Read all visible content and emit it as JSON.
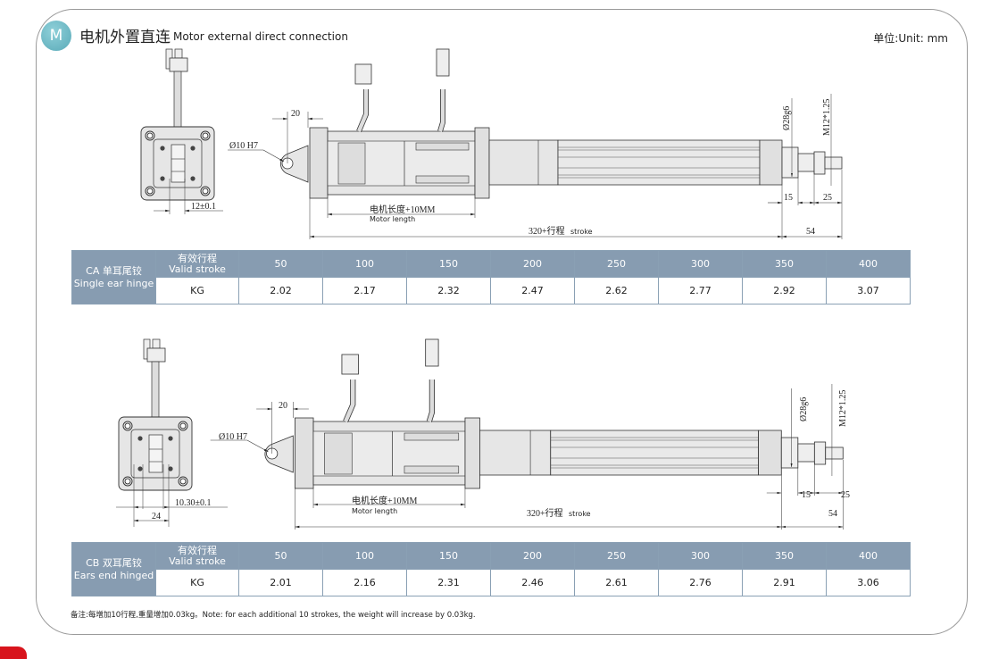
{
  "header": {
    "badge": "M",
    "title_cn": "电机外置直连",
    "title_en": "Motor external direct connection",
    "unit": "单位:Unit: mm"
  },
  "drawing1": {
    "dim_20": "20",
    "bore": "Ø10 H7",
    "slot": "12±0.1",
    "motor_len_cn": "电机长度+10MM",
    "motor_len_en": "Motor length",
    "total_cn": "320+行程",
    "total_en": "stroke",
    "rod_dia": "Ø28g6",
    "thread": "M12*1.25",
    "dim_15": "15",
    "dim_25": "25",
    "dim_54": "54"
  },
  "drawing2": {
    "dim_20": "20",
    "bore": "Ø10 H7",
    "slot": "10.30±0.1",
    "width": "24",
    "motor_len_cn": "电机长度+10MM",
    "motor_len_en": "Motor length",
    "total_cn": "320+行程",
    "total_en": "stroke",
    "rod_dia": "Ø28g6",
    "thread": "M12*1.25",
    "dim_15": "15",
    "dim_25": "25",
    "dim_54": "54"
  },
  "table1": {
    "name_cn": "CA 单耳尾铰",
    "name_en": "Single ear hinge",
    "label_cn": "有效行程",
    "label_en": "Valid stroke",
    "row_label": "KG",
    "strokes": [
      "50",
      "100",
      "150",
      "200",
      "250",
      "300",
      "350",
      "400"
    ],
    "weights": [
      "2.02",
      "2.17",
      "2.32",
      "2.47",
      "2.62",
      "2.77",
      "2.92",
      "3.07"
    ]
  },
  "table2": {
    "name_cn": "CB 双耳尾铰",
    "name_en": "Ears end hinged",
    "label_cn": "有效行程",
    "label_en": "Valid stroke",
    "row_label": "KG",
    "strokes": [
      "50",
      "100",
      "150",
      "200",
      "250",
      "300",
      "350",
      "400"
    ],
    "weights": [
      "2.01",
      "2.16",
      "2.31",
      "2.46",
      "2.61",
      "2.76",
      "2.91",
      "3.06"
    ]
  },
  "note": "备注:每增加10行程,重量增加0.03kg。Note: for each additional 10 strokes, the weight will increase by 0.03kg.",
  "colors": {
    "header": "#879cb1",
    "badge": "#6bb8c4",
    "accent": "#d8141c"
  }
}
